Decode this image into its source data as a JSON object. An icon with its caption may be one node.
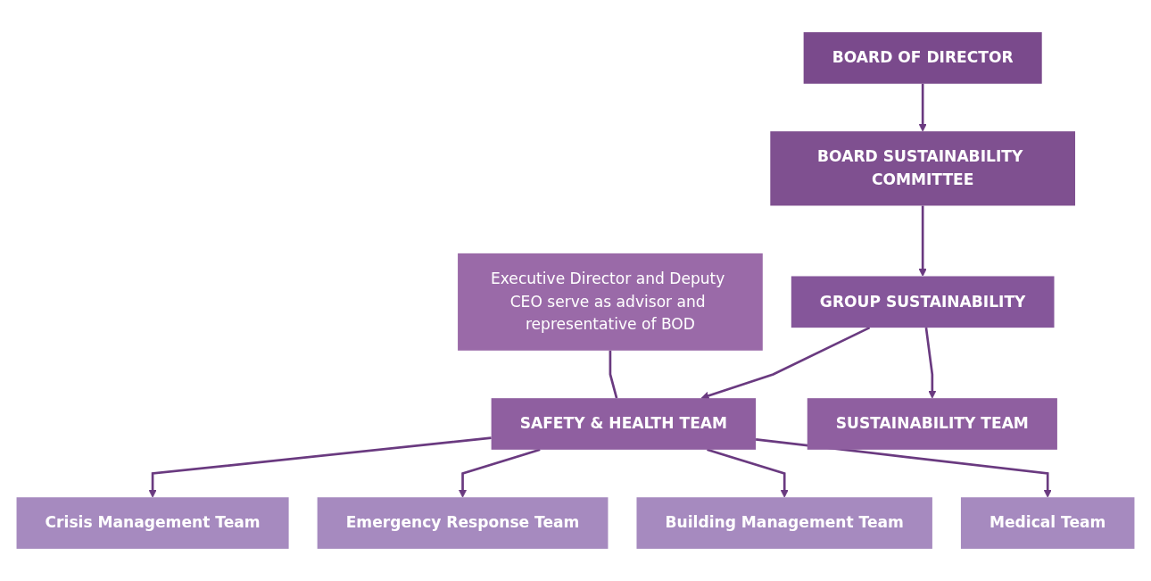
{
  "diagram": {
    "nodes": [
      {
        "text": [
          "BOARD OF DIRECTOR"
        ]
      },
      {
        "text": [
          "BOARD SUSTAINABILITY COMMITTEE"
        ]
      },
      {
        "text": [
          "GROUP SUSTAINABILITY"
        ]
      },
      {
        "text": [
          "Executive Director and Deputy CEO serve as advisor and representative of BOD"
        ]
      },
      {
        "text": [
          "SAFETY & HEALTH TEAM"
        ]
      },
      {
        "text": [
          "SUSTAINABILITY TEAM"
        ]
      },
      {
        "text": [
          "Crisis Management Team"
        ]
      },
      {
        "text": [
          "Emergency Response Team"
        ]
      },
      {
        "text": [
          "Building Management Team"
        ]
      },
      {
        "text": [
          "Medical Team"
        ]
      }
    ],
    "edges": [
      {
        "from": 0,
        "to": 1,
        "arrow": "to"
      },
      {
        "from": 1,
        "to": 2,
        "arrow": "to"
      },
      {
        "from": 2,
        "to": 4,
        "arrow": "to"
      },
      {
        "from": 2,
        "to": 5,
        "arrow": "to"
      },
      {
        "from": 3,
        "to": 4,
        "arrow": "none"
      },
      {
        "from": 4,
        "to": 6,
        "arrow": "to"
      },
      {
        "from": 4,
        "to": 7,
        "arrow": "to"
      },
      {
        "from": 4,
        "to": 8,
        "arrow": "to"
      },
      {
        "from": 4,
        "to": 9,
        "arrow": "to"
      }
    ]
  }
}
